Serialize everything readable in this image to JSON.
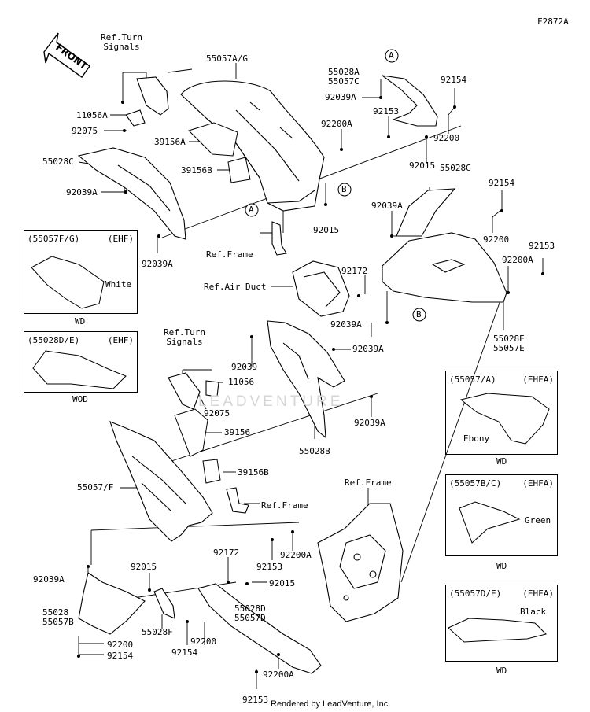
{
  "figure_code": "F2872A",
  "front_arrow": "FRONT",
  "watermark": "LEADVENTURE",
  "footer": "Rendered by LeadVenture, Inc.",
  "markers": {
    "A": "A",
    "B": "B"
  },
  "labels": {
    "ref_turn_signals_top": "Ref.Turn\nSignals",
    "p11056A": "11056A",
    "p92075_top": "92075",
    "p55057AG": "55057A/G",
    "p39156A": "39156A",
    "p39156B_top": "39156B",
    "p55028C": "55028C",
    "p92039A_left": "92039A",
    "p92039A_lower": "92039A",
    "p55028A_55057C": "55028A\n55057C",
    "p92039A_topright": "92039A",
    "p92154_top": "92154",
    "p92153_top": "92153",
    "p92200A_top": "92200A",
    "p92200_top": "92200",
    "p92015_top": "92015",
    "p92015_mid": "92015",
    "ref_frame_top": "Ref.Frame",
    "ref_air_duct": "Ref.Air Duct",
    "p55028G": "55028G",
    "p92154_right": "92154",
    "p92039A_right": "92039A",
    "p92200_right": "92200",
    "p92153_right": "92153",
    "p92200A_right": "92200A",
    "p92172_mid": "92172",
    "p92039A_center": "92039A",
    "p55028E_55057E": "55028E\n55057E",
    "ref_turn_signals_mid": "Ref.Turn\nSignals",
    "p11056": "11056",
    "p92039": "92039",
    "p92039A_mid": "92039A",
    "p92075_mid": "92075",
    "p92039A_mid2": "92039A",
    "p39156": "39156",
    "p55028B": "55028B",
    "p39156B_mid": "39156B",
    "p55057F": "55057/F",
    "ref_frame_mid": "Ref.Frame",
    "ref_frame_bottom": "Ref.Frame",
    "p92200A_bottom1": "92200A",
    "p92153_bottom1": "92153",
    "p92039A_bottomleft": "92039A",
    "p92015_bottom": "92015",
    "p92172_bottom": "92172",
    "p92015_bottom2": "92015",
    "p55028_55057B": "55028\n55057B",
    "p55028F": "55028F",
    "p55028D_55057D": "55028D\n55057D",
    "p92200_bottom": "92200",
    "p92154_bottom": "92154",
    "p92200_bottom2": "92200",
    "p92154_bottom2": "92154",
    "p92200A_bottom2": "92200A",
    "p92153_bottom2": "92153"
  },
  "inset_boxes": [
    {
      "code": "(55057F/G)",
      "model": "(EHF)",
      "callout": "White",
      "caption": "WD"
    },
    {
      "code": "(55028D/E)",
      "model": "(EHF)",
      "callout": "",
      "caption": "WOD"
    },
    {
      "code": "(55057/A)",
      "model": "(EHFA)",
      "callout": "Ebony",
      "caption": "WD"
    },
    {
      "code": "(55057B/C)",
      "model": "(EHFA)",
      "callout": "Green",
      "caption": "WD"
    },
    {
      "code": "(55057D/E)",
      "model": "(EHFA)",
      "callout": "Black",
      "caption": "WD"
    }
  ]
}
